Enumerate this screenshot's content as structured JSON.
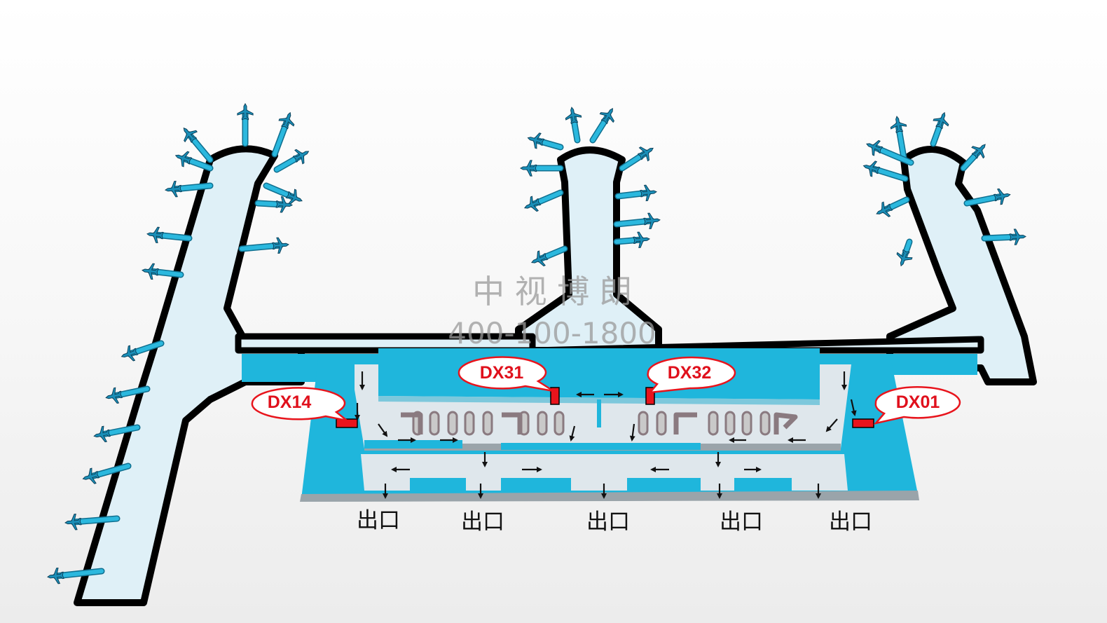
{
  "watermark": {
    "company": "中 视 博 朗",
    "phone": "400-100-1800"
  },
  "markers": [
    {
      "id": "DX14",
      "label": "DX14"
    },
    {
      "id": "DX31",
      "label": "DX31"
    },
    {
      "id": "DX32",
      "label": "DX32"
    },
    {
      "id": "DX01",
      "label": "DX01"
    }
  ],
  "exits": [
    "出口",
    "出口",
    "出口",
    "出口",
    "出口"
  ],
  "icons": {
    "gate": "airplane-icon",
    "flow": "arrow-icon"
  },
  "colors": {
    "pier": "#dff0f7",
    "outline": "#000000",
    "gate_bridge": "#2bb8de",
    "hall": "#1fb6dc",
    "marker": "#e8141c",
    "tag_text": "#e0101c"
  }
}
